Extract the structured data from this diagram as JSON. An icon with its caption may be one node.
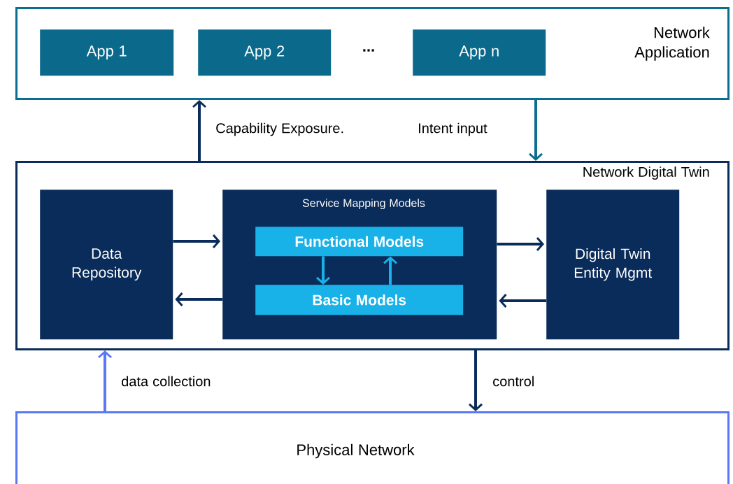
{
  "diagram": {
    "nodes": [
      {
        "text": [
          "Network Application"
        ]
      },
      {
        "text": [
          "App 1"
        ],
        "in": 0
      },
      {
        "text": [
          "App 2"
        ],
        "in": 0
      },
      {
        "text": [
          "App n"
        ],
        "in": 0
      },
      {
        "text": [
          "Network Digital Twin"
        ]
      },
      {
        "text": [
          "Data Repository"
        ],
        "in": 4
      },
      {
        "text": [
          "Service Mapping Models"
        ],
        "in": 4
      },
      {
        "text": [
          "Functional Models"
        ],
        "in": 6
      },
      {
        "text": [
          "Basic Models"
        ],
        "in": 6
      },
      {
        "text": [
          "Digital Twin Entity Mgmt"
        ],
        "in": 4
      },
      {
        "text": [
          "Physical Network"
        ]
      }
    ],
    "edges": [
      {
        "from": 4,
        "to": 0,
        "arrow": "to",
        "label": "Capability Exposure."
      },
      {
        "from": 0,
        "to": 4,
        "arrow": "to",
        "label": "Intent input",
        "color": "#0b6d8f"
      },
      {
        "from": 5,
        "to": 6,
        "arrow": "to"
      },
      {
        "from": 6,
        "to": 5,
        "arrow": "to"
      },
      {
        "from": 7,
        "to": 8,
        "arrow": "to",
        "color": "#18b2e8"
      },
      {
        "from": 8,
        "to": 7,
        "arrow": "to",
        "color": "#18b2e8"
      },
      {
        "from": 6,
        "to": 9,
        "arrow": "to"
      },
      {
        "from": 9,
        "to": 6,
        "arrow": "to"
      },
      {
        "from": 10,
        "to": 4,
        "arrow": "to",
        "label": "data collection",
        "color": "#5878f6"
      },
      {
        "from": 4,
        "to": 10,
        "arrow": "to",
        "label": "control"
      }
    ],
    "labels": [
      "..."
    ]
  }
}
